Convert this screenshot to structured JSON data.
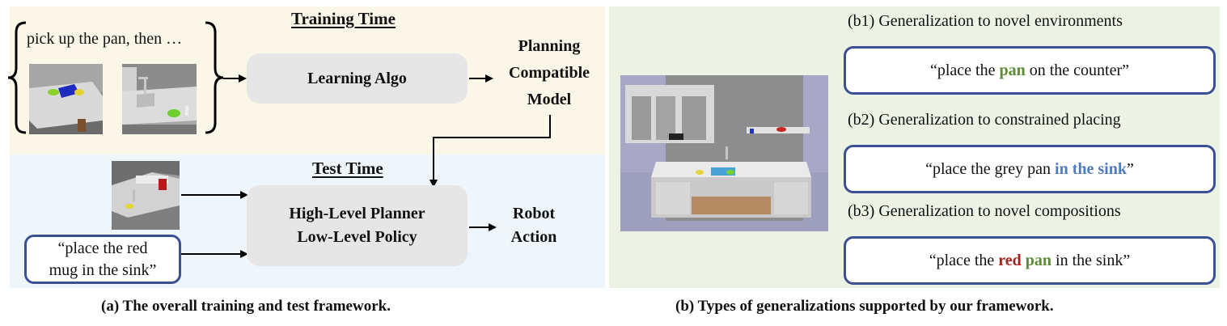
{
  "panel_a": {
    "training_title": "Training Time",
    "instruction_text": "pick up the pan, then …",
    "learning_box": "Learning Algo",
    "planning_line1": "Planning",
    "planning_line2": "Compatible",
    "planning_line3": "Model",
    "test_title": "Test Time",
    "planner_line1": "High-Level Planner",
    "planner_line2": "Low-Level Policy",
    "robot_line1": "Robot",
    "robot_line2": "Action",
    "query_line1": "“place the red",
    "query_line2": "mug in the sink”",
    "caption": "(a) The overall training and test framework."
  },
  "panel_b": {
    "b1_heading": "(b1) Generalization to novel environments",
    "b1_pre": "“place the ",
    "b1_hl": "pan",
    "b1_post": " on the counter”",
    "b2_heading": "(b2) Generalization to constrained placing",
    "b2_pre": "“place the grey pan ",
    "b2_hl": "in the sink",
    "b2_post": "”",
    "b3_heading": "(b3) Generalization to novel compositions",
    "b3_pre": "“place the ",
    "b3_hl_red": "red",
    "b3_mid": " ",
    "b3_hl_green": "pan",
    "b3_post": " in the sink”",
    "caption": "(b) Types of generalizations supported by our framework."
  },
  "colors": {
    "training_bg": "#fbf7e8",
    "test_bg": "#eef5fb",
    "panel_b_bg": "#ecf3e4",
    "box_border": "#3b4f94",
    "green_highlight": "#5b8b36",
    "blue_highlight": "#4f7bbf",
    "red_highlight": "#a3231d"
  }
}
